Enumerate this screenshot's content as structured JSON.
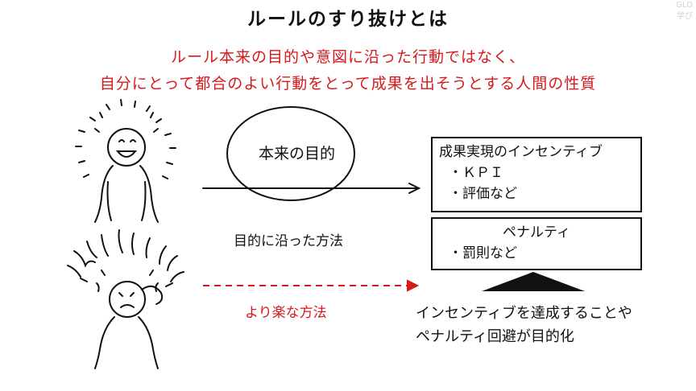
{
  "title": "ルールのすり抜けとは",
  "watermark": {
    "line1": "GLO",
    "line2": "学び"
  },
  "subtitle": {
    "line1": "ルール本来の目的や意図に沿った行動ではなく、",
    "line2": "自分にとって都合のよい行動をとって成果を出そうとする人間の性質"
  },
  "ellipse_label": "本来の目的",
  "path_label_proper": "目的に沿った方法",
  "path_label_easy": "より楽な方法",
  "incentive_box": {
    "title": "成果実現のインセンティブ",
    "items": [
      "・ＫＰＩ",
      "・評価など"
    ]
  },
  "penalty_box": {
    "title": "ペナルティ",
    "items": [
      "・罰則など"
    ]
  },
  "bottom_note": {
    "line1": "インセンティブを達成することや",
    "line2": "ペナルティ回避が目的化"
  },
  "colors": {
    "accent": "#d7191c",
    "ink": "#111111"
  },
  "icons": [
    "happy-person-icon",
    "stressed-person-icon",
    "arrow-right-icon",
    "dashed-arrow-icon",
    "triangle-pointer-icon"
  ]
}
